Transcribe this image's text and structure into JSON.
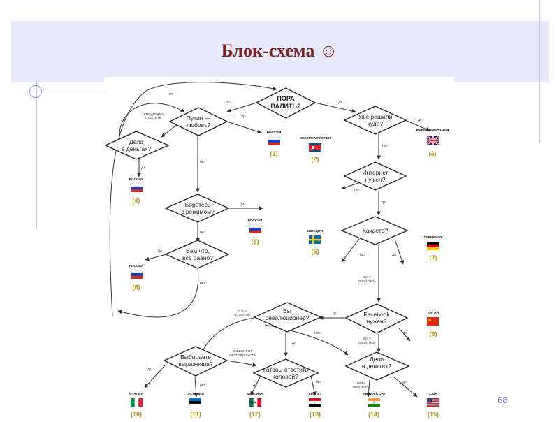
{
  "slide": {
    "title": "Блок-схема ☺",
    "page_number": "68"
  },
  "diagram": {
    "nodes": {
      "pora_line1": "ПОРА",
      "pora_line2": "ВАЛИТЬ?",
      "putin_line1": "Путин —",
      "putin_line2": "любовь?",
      "delo1_line1": "Дело",
      "delo1_line2": "в деньгах?",
      "boretes_line1": "Боретесь",
      "boretes_line2": "с режимом?",
      "vamchto_line1": "Вам что,",
      "vamchto_line2": "все равно?",
      "uzhe_line1": "Уже решили",
      "uzhe_line2": "куда?",
      "internet_line1": "Интернет",
      "internet_line2": "нужен?",
      "kachaete_line1": "Качаете?",
      "facebook_line1": "Facebook",
      "facebook_line2": "нужен?",
      "revol_line1": "Вы",
      "revol_line2": "революционер?",
      "vybiraete_line1": "Выбираете",
      "vybiraete_line2": "выражения?",
      "gotovy_line1": "Готовы ответить",
      "gotovy_line2": "головой?",
      "delo2_line1": "Дело",
      "delo2_line2": "в деньгах?"
    },
    "edge_labels": {
      "net_top": "НЕТ",
      "zatrudnyayus_1": "ЗАТРУДНЯЮСЬ",
      "zatrudnyayus_2": "ОТВЕТИТЬ",
      "net_putin": "НЕТ",
      "da_putin": "ДА",
      "da_pora": "ДА",
      "da_delo1": "ДА",
      "net_putin_down": "НЕТ",
      "da_boretes": "ДА",
      "net_boretes": "НЕТ",
      "da_vamchto": "ДА",
      "net_vamchto": "НЕТ",
      "da_uzhe": "ДА",
      "net_uzhe": "НЕТ",
      "net_internet": "НЕТ",
      "da_internet": "ДА",
      "net_kachaete": "НЕТ",
      "da_kachaete": "ДА",
      "mogu_1": "МОГУ",
      "mogu_2": "ОБОЙТИСЬ",
      "da_facebook": "ДА",
      "net_facebook": "НЕТ",
      "mogu2_1": "МОГУ",
      "mogu2_2": "ОБОЙТИСЬ",
      "achto_1": "А ЧТО",
      "achto_2": "(СРАЗУ Я)?",
      "da_revol": "ДА",
      "net_revol": "НЕТ",
      "zavisit_1": "ЗАВИСИТ ОТ",
      "zavisit_2": "ОБСТОЯТЕЛЬСТВ",
      "da_vybiraete": "ДА",
      "net_vybiraete": "НЕТ",
      "da_gotovy": "ДА",
      "net_gotovy": "НЕТ",
      "mogu3_1": "МОГУ",
      "mogu3_2": "ОБОЙТИСЬ",
      "da_delo2": "ДА"
    },
    "outcomes": [
      {
        "country": "РОССИЯ",
        "number": "(1)",
        "flag": "russia"
      },
      {
        "country": "СЕВЕРНАЯ КОРЕЯ",
        "number": "(2)",
        "flag": "north-korea"
      },
      {
        "country": "ВЕЛИКОБРИТАНИЯ",
        "number": "(3)",
        "flag": "uk"
      },
      {
        "country": "РОССИЯ",
        "number": "(4)",
        "flag": "russia"
      },
      {
        "country": "РОССИЯ",
        "number": "(5)",
        "flag": "russia"
      },
      {
        "country": "ШВЕЦИЯ",
        "number": "(6)",
        "flag": "sweden"
      },
      {
        "country": "ГЕРМАНИЯ",
        "number": "(7)",
        "flag": "germany"
      },
      {
        "country": "РОССИЯ",
        "number": "(8)",
        "flag": "russia"
      },
      {
        "country": "КИТАЙ",
        "number": "(9)",
        "flag": "china"
      },
      {
        "country": "ИТАЛИЯ",
        "number": "(10)",
        "flag": "italy"
      },
      {
        "country": "ЭСТОНИЯ",
        "number": "(11)",
        "flag": "estonia"
      },
      {
        "country": "МЕКСИКА",
        "number": "(12)",
        "flag": "mexico"
      },
      {
        "country": "ЕГИПЕТ",
        "number": "(13)",
        "flag": "egypt"
      },
      {
        "country": "ИНДИЯ (ГОА)",
        "number": "(14)",
        "flag": "india"
      },
      {
        "country": "США",
        "number": "(15)",
        "flag": "usa"
      }
    ],
    "colors": {
      "title": "#7a2424",
      "outcome_number": "#b39a1c",
      "header_band": "#e8e9fb"
    }
  }
}
